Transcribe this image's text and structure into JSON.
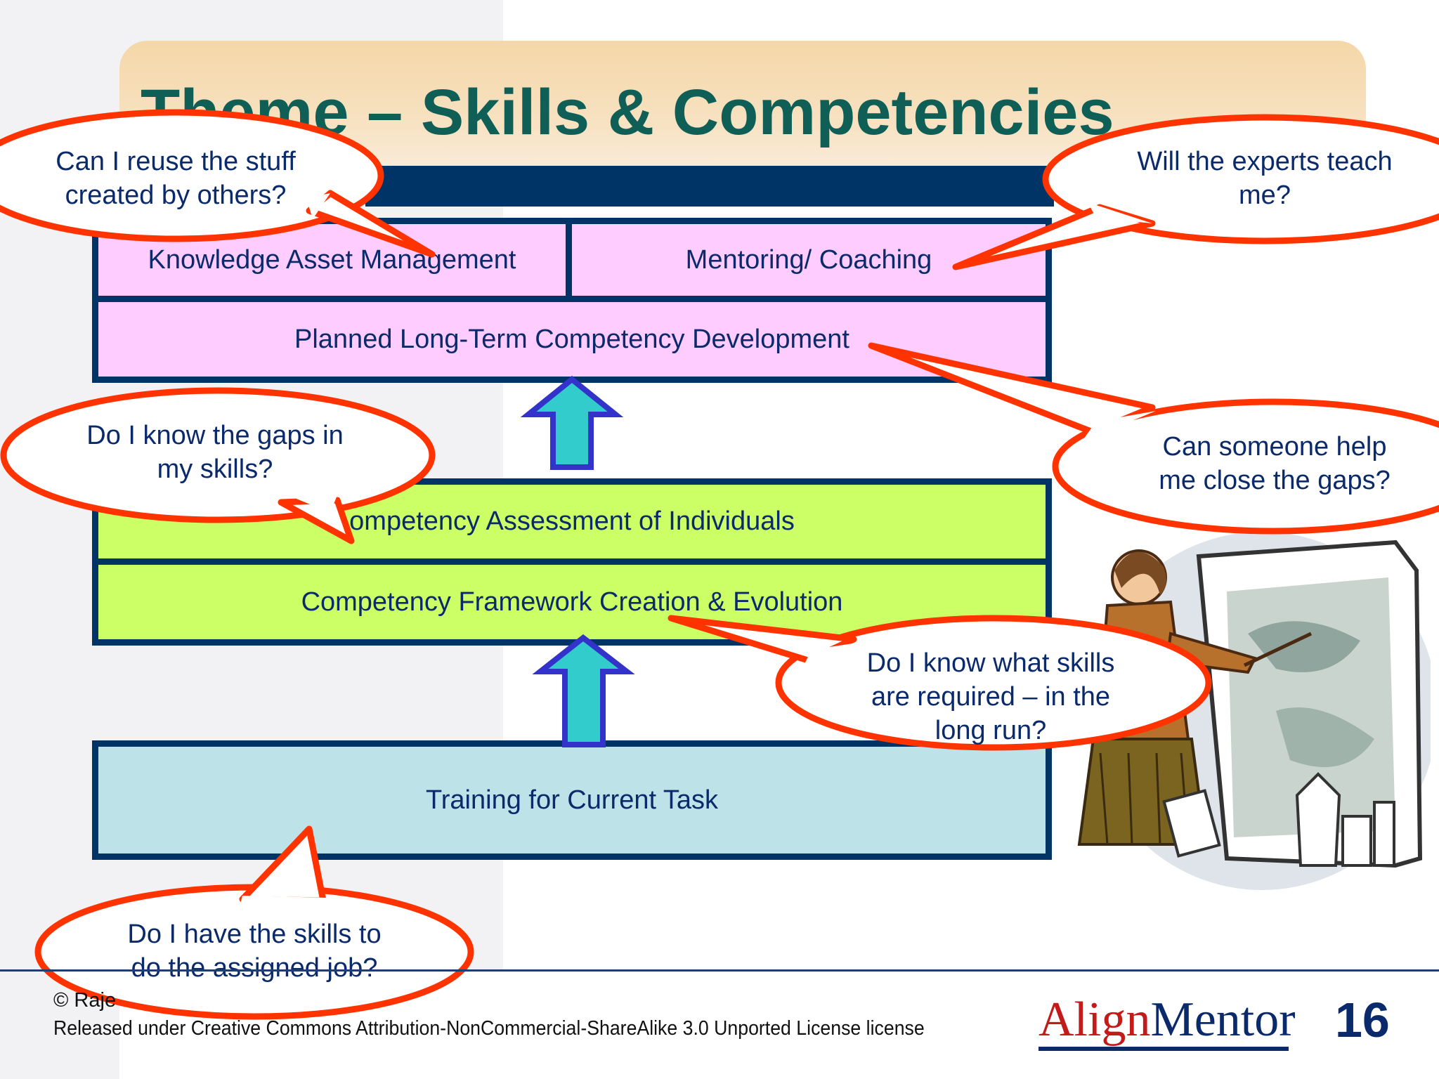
{
  "slide": {
    "title": "Theme – Skills & Competencies",
    "page_number": "16"
  },
  "boxes": {
    "knowledge_asset_management": "Knowledge Asset Management",
    "mentoring_coaching": "Mentoring/ Coaching",
    "planned_long_term": "Planned Long-Term Competency Development",
    "competency_assessment": "ompetency Assessment of Individuals",
    "competency_framework": "Competency Framework Creation & Evolution",
    "training_current_task": "Training for Current Task"
  },
  "bubbles": {
    "reuse_line1": "Can I reuse the stuff",
    "reuse_line2": "created by others?",
    "experts_line1": "Will the experts teach",
    "experts_line2": "me?",
    "gaps_line1": "Do I know the gaps in",
    "gaps_line2": "my skills?",
    "close_line1": "Can someone help",
    "close_line2": "me close the gaps?",
    "required_line1": "Do I know what skills",
    "required_line2": "are required – in the",
    "required_line3": "long run?",
    "assigned_line1": "Do I have the skills to",
    "assigned_line2": "do the assigned job?"
  },
  "footer": {
    "copyright": "© Raje",
    "license": "Released under Creative Commons Attribution-NonCommercial-ShareAlike 3.0 Unported License license",
    "logo_part1": "Align",
    "logo_part2": "Mentor"
  },
  "colors": {
    "title": "#0f5f57",
    "navy": "#003366",
    "pink_box": "#ffccff",
    "lime_box": "#ccff66",
    "blue_box": "#bde2e8",
    "bubble_outline": "#ff3300",
    "arrow_fill": "#33cccc",
    "arrow_outline": "#3333cc"
  }
}
